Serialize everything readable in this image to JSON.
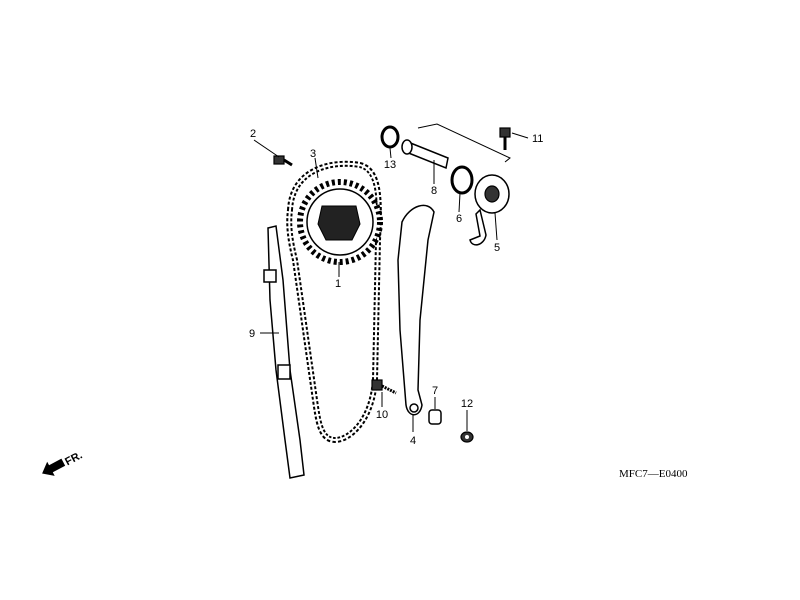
{
  "diagram": {
    "code": "MFC7—E0400",
    "front_marker": "FR.",
    "callouts": [
      {
        "id": "1",
        "label": "1"
      },
      {
        "id": "2",
        "label": "2"
      },
      {
        "id": "3",
        "label": "3"
      },
      {
        "id": "4",
        "label": "4"
      },
      {
        "id": "5",
        "label": "5"
      },
      {
        "id": "6",
        "label": "6"
      },
      {
        "id": "7",
        "label": "7"
      },
      {
        "id": "8",
        "label": "8"
      },
      {
        "id": "9",
        "label": "9"
      },
      {
        "id": "10",
        "label": "10"
      },
      {
        "id": "11",
        "label": "11"
      },
      {
        "id": "12",
        "label": "12"
      },
      {
        "id": "13",
        "label": "13"
      }
    ]
  }
}
